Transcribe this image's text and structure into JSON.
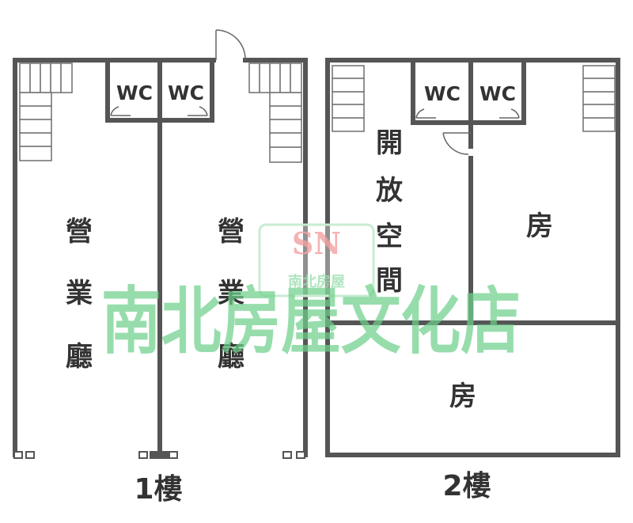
{
  "floor1": {
    "label": "1樓",
    "wc_left": "WC",
    "wc_right": "WC",
    "hall_left": [
      "營",
      "業",
      "廳"
    ],
    "hall_right": [
      "營",
      "業",
      "廳"
    ]
  },
  "floor2": {
    "label": "2樓",
    "wc_left": "WC",
    "wc_right": "WC",
    "open_space": [
      "開",
      "放",
      "空",
      "間"
    ],
    "room_upper": "房",
    "room_lower": "房"
  },
  "watermark": {
    "text": "南北房屋文化店",
    "logo_letters": "SN",
    "logo_subtitle": "南北房屋"
  }
}
